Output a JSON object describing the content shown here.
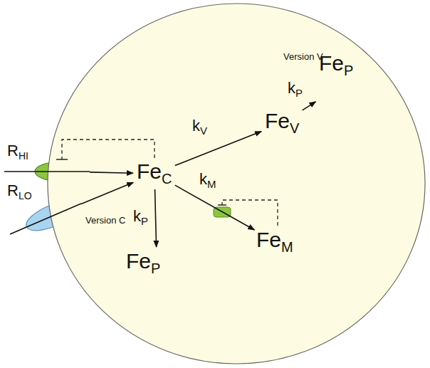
{
  "diagram": {
    "nodes": [
      {
        "text": [
          "Version C"
        ]
      },
      {
        "text": [
          "RHI"
        ],
        "in": 0
      },
      {
        "text": [
          "RLO"
        ],
        "in": 0
      },
      {
        "text": [
          "FeC"
        ],
        "in": 0
      },
      {
        "text": [
          "FeP"
        ],
        "in": 0
      },
      {
        "text": [
          "Version V"
        ],
        "in": 0
      },
      {
        "text": [
          "FeV"
        ],
        "in": 5
      },
      {
        "text": [
          "FeP"
        ],
        "in": 5
      },
      {
        "text": [
          "FeM"
        ],
        "in": 0
      }
    ],
    "edges": [
      {
        "from": 1,
        "to": 3,
        "arrow": "to"
      },
      {
        "from": 2,
        "to": 3,
        "arrow": "to"
      },
      {
        "from": 3,
        "to": 1,
        "arrow": "none"
      },
      {
        "from": 3,
        "to": 4,
        "label": "kP",
        "arrow": "to"
      },
      {
        "from": 3,
        "to": 6,
        "label": "kV",
        "arrow": "to"
      },
      {
        "from": 3,
        "to": 8,
        "label": "kM",
        "arrow": "to"
      },
      {
        "from": 6,
        "to": 7,
        "label": "kP",
        "arrow": "to"
      }
    ]
  }
}
